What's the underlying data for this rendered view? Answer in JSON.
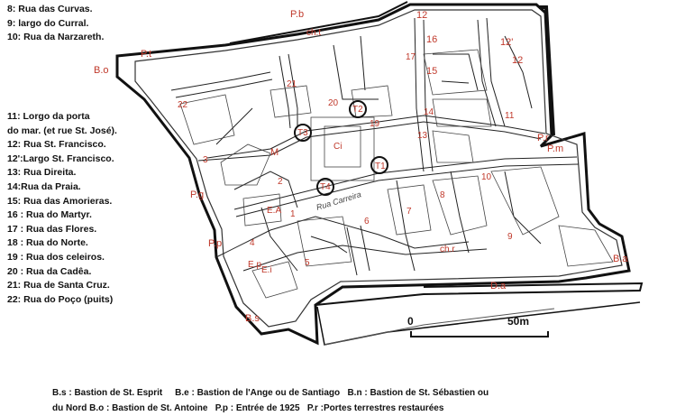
{
  "legend_top": [
    "8: Rua das Curvas.",
    "9: largo do Curral.",
    "10: Rua da Narzareth."
  ],
  "legend_mid": [
    "11: Lorgo da porta",
    "do mar.  (et rue St. José).",
    "12: Rua St. Francisco.",
    "12':Largo St. Francisco.",
    "13: Rua Direita.",
    "14:Rua da Praia.",
    "15: Rua das Amorieras.",
    "16 : Rua do Martyr.",
    "17 : Rua das Flores.",
    "18 : Rua do Norte.",
    "19 : Rua dos celeiros.",
    "20 : Rua da Cadêa.",
    "21: Rua de Santa Cruz.",
    "22: Rua do Poço (puits)"
  ],
  "bottom_legend": [
    "B.s : Bastion  de St. Esprit",
    "B.e : Bastion de l'Ange ou de Santiago",
    "B.n : Bastion de St. Sébastien ou",
    "du Nord   B.o : Bastion de St. Antoine",
    "P.p : Entrée de 1925",
    "P.r :Portes terrestres restaurées"
  ],
  "map_labels": {
    "Pb": "P.b",
    "Pt": "P.t",
    "Bo": "B.o",
    "Pg": "P.g",
    "Pp": "P.p",
    "Ep": "E.p",
    "Ei": "E.i",
    "Bs": "B.s",
    "Ba": "B.a",
    "Da": "D.a",
    "chr": "ch.r",
    "cht": "ch.t",
    "Pr": "P.r",
    "Pm": "P.m",
    "EA": "E.A",
    "M": "M",
    "Ci": "Ci",
    "T1": "T1",
    "T2": "T2",
    "T3": "T3",
    "T4": "T4",
    "n1": "1",
    "n2": "2",
    "n3": "3",
    "n4": "4",
    "n5": "5",
    "n6": "6",
    "n7": "7",
    "n8": "8",
    "n9": "9",
    "n10": "10",
    "n11": "11",
    "n12": "12",
    "n12p": "12'",
    "n13": "13",
    "n14": "14",
    "n15": "15",
    "n16": "16",
    "n17": "17",
    "n19": "19",
    "n20": "20",
    "n21": "21",
    "n22": "22",
    "street": "Rua Carreira"
  },
  "scale": {
    "zero": "0",
    "distance": "50m"
  },
  "colors": {
    "label": "#c0392b",
    "outline": "#111111",
    "text": "#111111"
  }
}
